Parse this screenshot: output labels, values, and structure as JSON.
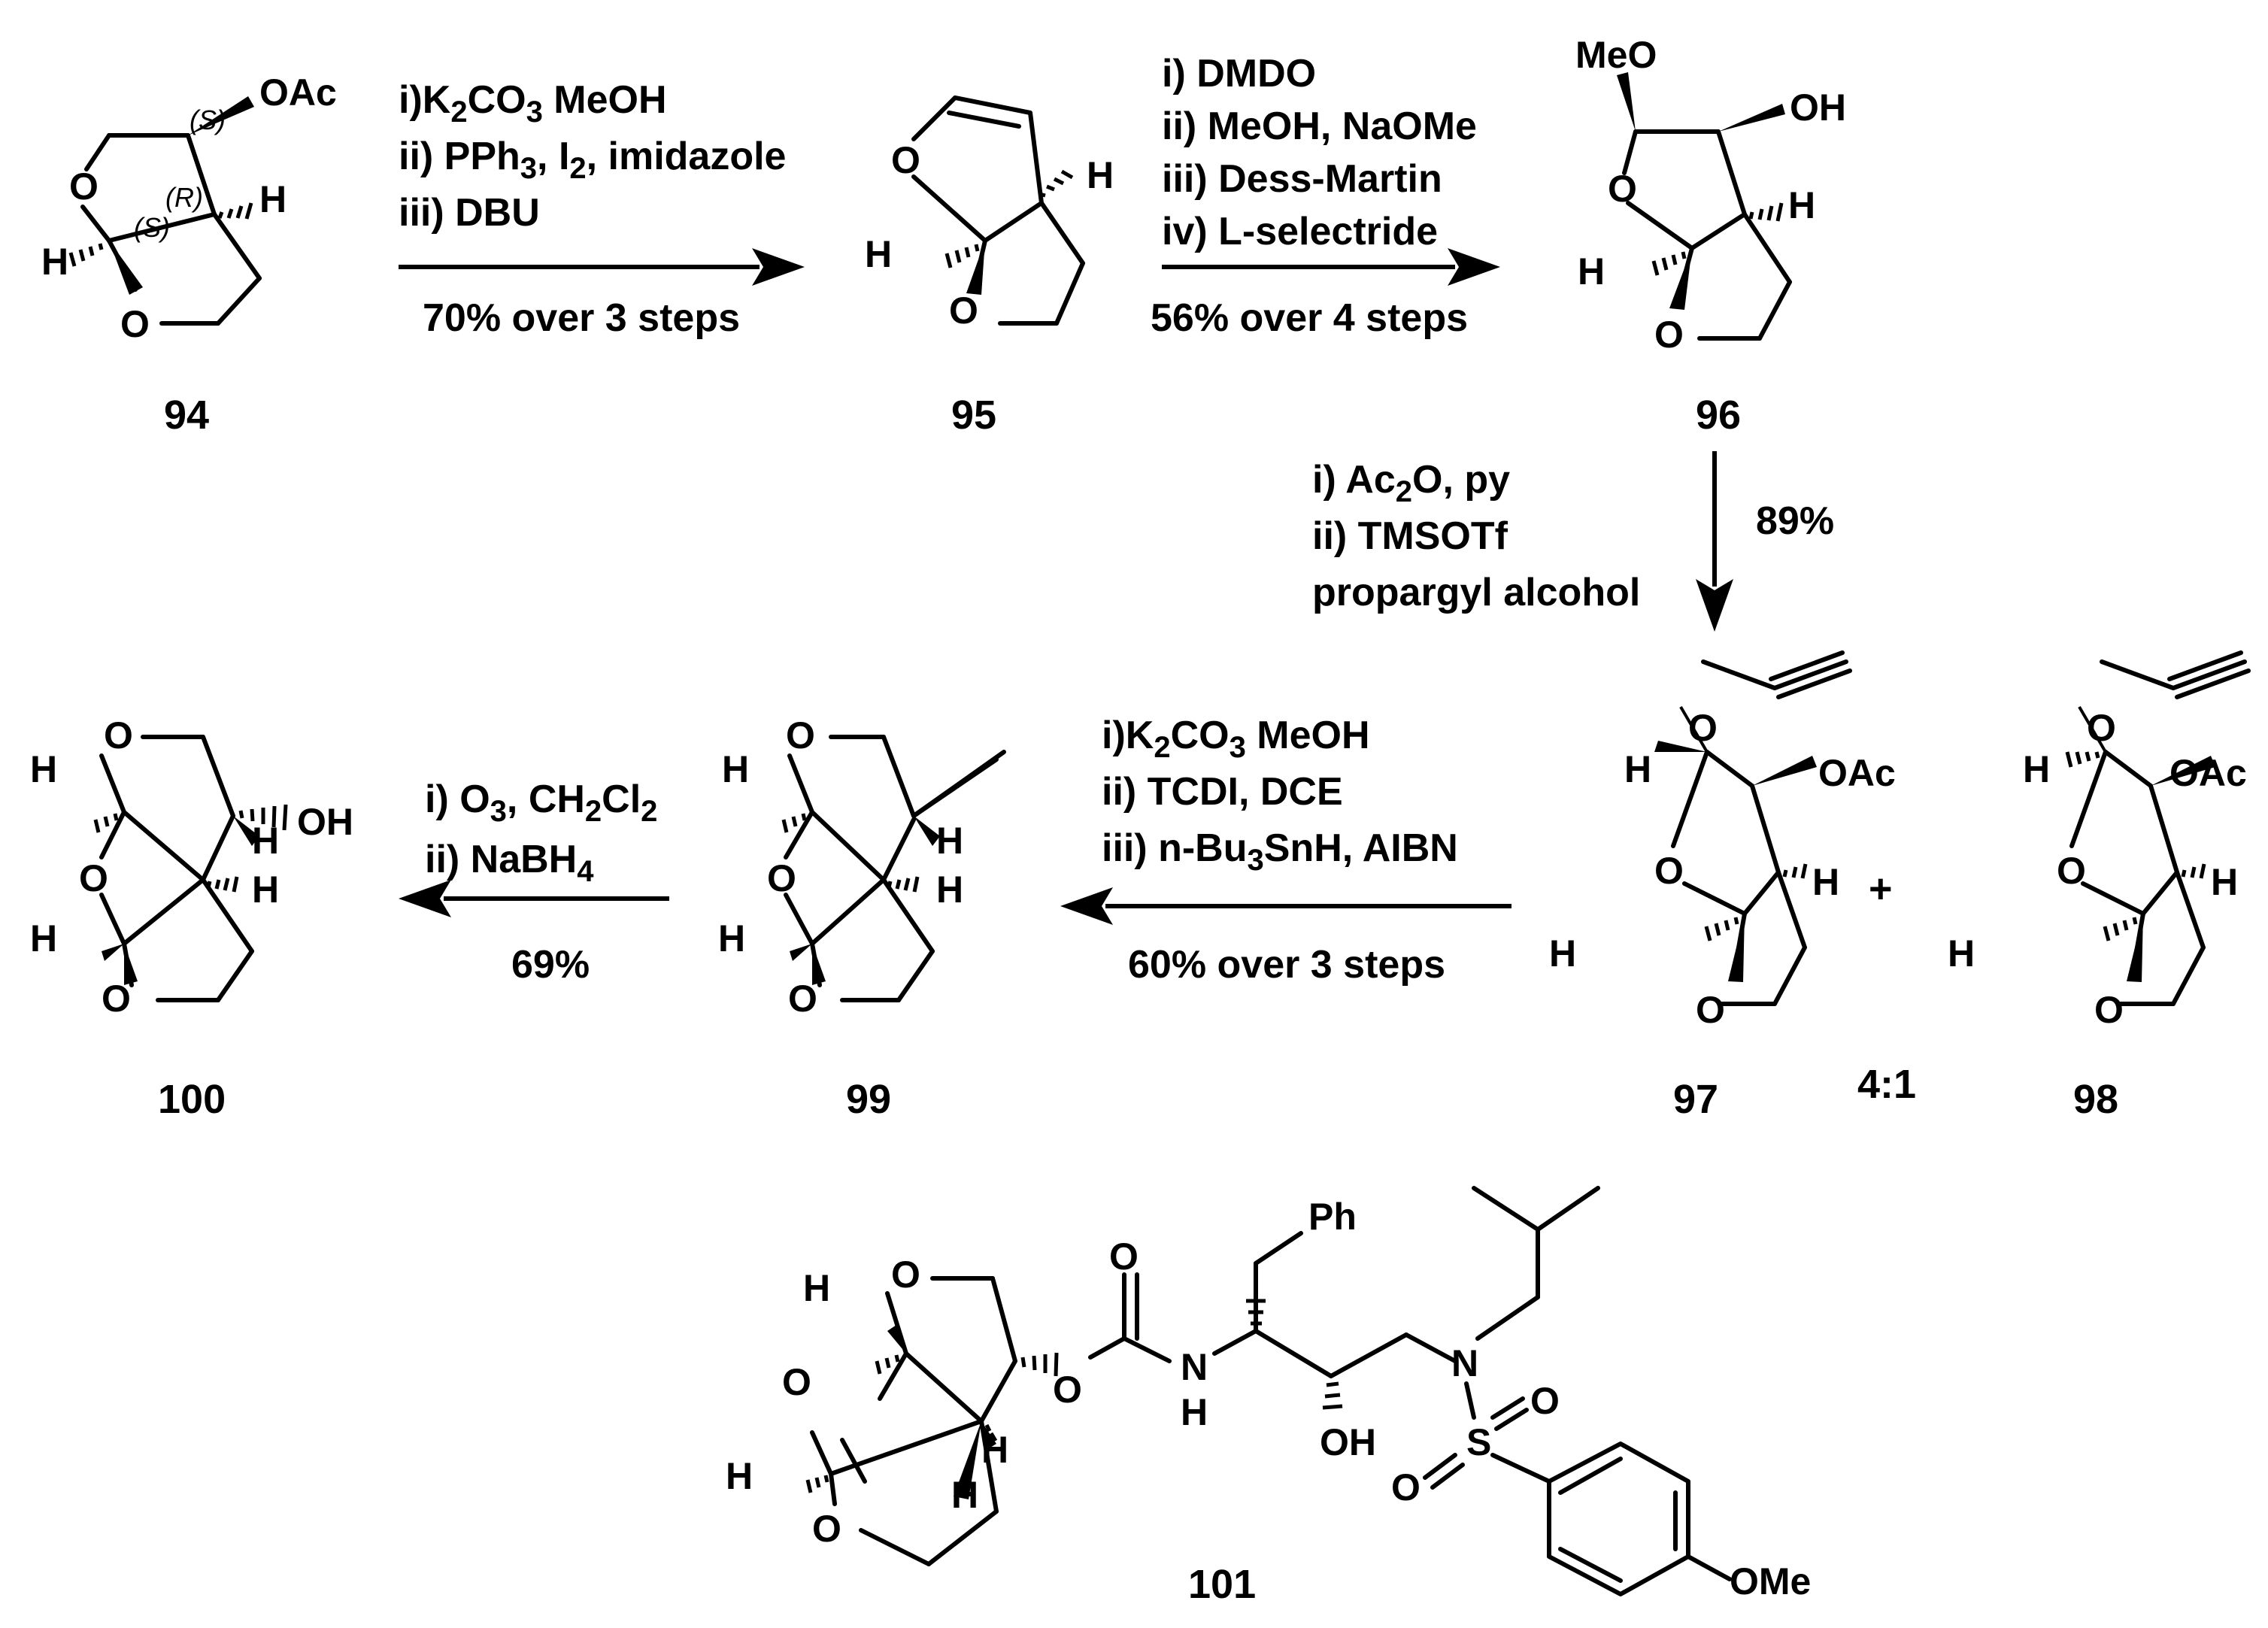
{
  "compounds": {
    "c94": {
      "label": "94",
      "acetate": "OAc",
      "stereo_s1": "(S)",
      "stereo_r": "(R)",
      "stereo_s2": "(S)"
    },
    "c95": {
      "label": "95"
    },
    "c96": {
      "label": "96",
      "methoxy": "MeO",
      "hydroxy": "OH"
    },
    "c97": {
      "label": "97",
      "acetate": "OAc"
    },
    "c98": {
      "label": "98",
      "acetate": "OAc"
    },
    "c99": {
      "label": "99"
    },
    "c100": {
      "label": "100",
      "hydroxy": "OH"
    },
    "c101": {
      "label": "101",
      "phenyl": "Ph",
      "hydroxy": "OH",
      "methoxy": "OMe"
    }
  },
  "atoms": {
    "oxygen": "O",
    "hydrogen": "H",
    "nitrogen": "N",
    "sulfur": "S"
  },
  "reactions": {
    "r1": {
      "step1_pre": "i)K",
      "step1_sub": "2",
      "step1_post": "CO",
      "step1_sub2": "3",
      "step1_tail": " MeOH",
      "step2_pre": "ii) PPh",
      "step2_sub": "3",
      "step2_mid": ", I",
      "step2_sub2": "2",
      "step2_tail": ", imidazole",
      "step3": "iii) DBU",
      "yield": "70% over 3 steps"
    },
    "r2": {
      "step1": "i) DMDO",
      "step2": "ii) MeOH, NaOMe",
      "step3": "iii) Dess-Martin",
      "step4": "iv) L-selectride",
      "yield": "56% over 4 steps"
    },
    "r3": {
      "step1_pre": "i) Ac",
      "step1_sub": "2",
      "step1_tail": "O, py",
      "step2": "ii) TMSOTf",
      "step3": "propargyl alcohol",
      "yield": "89%"
    },
    "r4": {
      "step1_pre": "i)K",
      "step1_sub": "2",
      "step1_post": "CO",
      "step1_sub2": "3",
      "step1_tail": " MeOH",
      "step2": "ii) TCDI, DCE",
      "step3_pre": "iii) n-Bu",
      "step3_sub": "3",
      "step3_tail": "SnH, AIBN",
      "yield": "60% over 3 steps"
    },
    "r5": {
      "step1_pre": "i) O",
      "step1_sub": "3",
      "step1_mid": ", CH",
      "step1_sub2": "2",
      "step1_post": "Cl",
      "step1_sub3": "2",
      "step2_pre": "ii) NaBH",
      "step2_sub": "4",
      "yield": "69%"
    }
  },
  "mixture": {
    "plus": "+",
    "ratio": "4:1"
  }
}
